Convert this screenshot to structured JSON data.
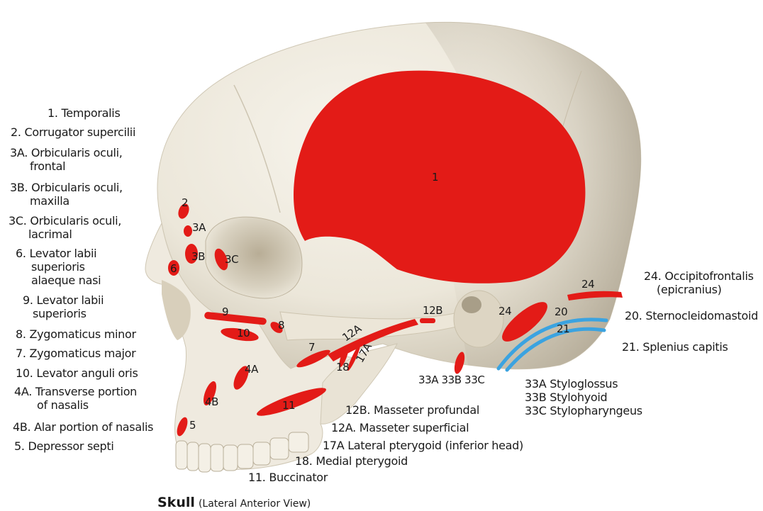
{
  "left_labels": [
    {
      "id": "l1",
      "lines": [
        "1. Temporalis"
      ]
    },
    {
      "id": "l2",
      "lines": [
        "2. Corrugator supercilii"
      ]
    },
    {
      "id": "l3a",
      "lines": [
        "3A. Orbicularis oculi,",
        "frontal"
      ]
    },
    {
      "id": "l3b",
      "lines": [
        "3B. Orbicularis oculi,",
        "maxilla"
      ]
    },
    {
      "id": "l3c",
      "lines": [
        "3C. Orbicularis oculi,",
        "lacrimal"
      ]
    },
    {
      "id": "l6",
      "lines": [
        "6. Levator labii",
        "superioris",
        "alaeque nasi"
      ]
    },
    {
      "id": "l9",
      "lines": [
        "9. Levator labii",
        "superioris"
      ]
    },
    {
      "id": "l8",
      "lines": [
        "8. Zygomaticus minor"
      ]
    },
    {
      "id": "l7",
      "lines": [
        "7. Zygomaticus major"
      ]
    },
    {
      "id": "l10",
      "lines": [
        "10. Levator anguli oris"
      ]
    },
    {
      "id": "l4a",
      "lines": [
        "4A. Transverse portion",
        "of nasalis"
      ]
    },
    {
      "id": "l4b",
      "lines": [
        "4B. Alar portion of nasalis"
      ]
    },
    {
      "id": "l5",
      "lines": [
        "5. Depressor septi"
      ]
    }
  ],
  "right_labels": [
    {
      "id": "r24",
      "lines": [
        "24. Occipitofrontalis",
        "(epicranius)"
      ]
    },
    {
      "id": "r20",
      "lines": [
        "20. Sternocleidomastoid"
      ]
    },
    {
      "id": "r21",
      "lines": [
        "21. Splenius capitis"
      ]
    },
    {
      "id": "r33",
      "lines": [
        "33A Styloglossus",
        "33B Stylohyoid",
        "33C Stylopharyngeus"
      ]
    }
  ],
  "bottom_labels": [
    {
      "id": "b12b",
      "lines": [
        "12B. Masseter profundal"
      ]
    },
    {
      "id": "b12a",
      "lines": [
        "12A. Masseter superficial"
      ]
    },
    {
      "id": "b17a",
      "lines": [
        "17A Lateral pterygoid (inferior head)"
      ]
    },
    {
      "id": "b18",
      "lines": [
        "18. Medial pterygoid"
      ]
    },
    {
      "id": "b11",
      "lines": [
        "11. Buccinator"
      ]
    }
  ],
  "markers": {
    "m1": "1",
    "m2": "2",
    "m3a": "3A",
    "m3b": "3B",
    "m3c": "3C",
    "m6": "6",
    "m9": "9",
    "m10": "10",
    "m8": "8",
    "m7": "7",
    "m12a": "12A",
    "m17a": "17A",
    "m18": "18",
    "m12b": "12B",
    "m4a": "4A",
    "m4b": "4B",
    "m11": "11",
    "m5": "5",
    "m24a": "24",
    "m24b": "24",
    "m20": "20",
    "m21": "21",
    "m33": "33A 33B 33C"
  },
  "caption": {
    "title": "Skull",
    "subtitle": "(Lateral Anterior View)"
  },
  "colors": {
    "muscle": "#e31b17",
    "tendon": "#3ba3e0",
    "bone": "#f2eee4"
  }
}
